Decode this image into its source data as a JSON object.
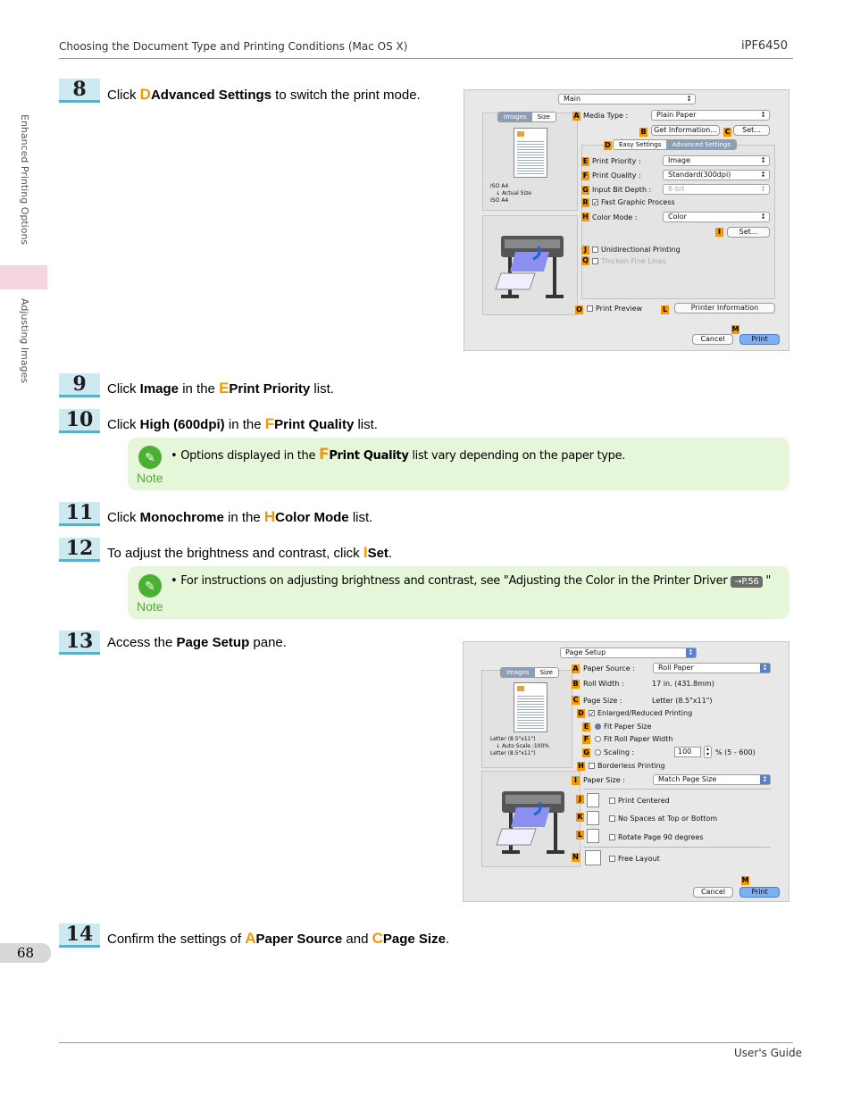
{
  "header": {
    "title": "Choosing the Document Type and Printing Conditions (Mac OS X)",
    "model": "iPF6450"
  },
  "side": {
    "chapter": "Enhanced Printing Options",
    "section": "Adjusting Images"
  },
  "page_number": "68",
  "footer": {
    "text": "User's Guide"
  },
  "steps": {
    "s8": {
      "num": "8",
      "pre": "Click ",
      "letter": "D",
      "bold": "Advanced Settings",
      "post": " to switch the print mode."
    },
    "s9": {
      "num": "9",
      "pre": "Click ",
      "bold1": "Image",
      "mid": " in the ",
      "letter": "E",
      "bold2": "Print Priority",
      "post": " list."
    },
    "s10": {
      "num": "10",
      "pre": "Click ",
      "bold1": "High (600dpi)",
      "mid": " in the ",
      "letter": "F",
      "bold2": "Print Quality",
      "post": " list."
    },
    "s11": {
      "num": "11",
      "pre": "Click ",
      "bold1": "Monochrome",
      "mid": " in the ",
      "letter": "H",
      "bold2": "Color Mode",
      "post": " list."
    },
    "s12": {
      "num": "12",
      "pre": "To adjust the brightness and contrast, click ",
      "letter": "I",
      "bold": "Set",
      "post": "."
    },
    "s13": {
      "num": "13",
      "pre": "Access the ",
      "bold": "Page Setup",
      "post": " pane."
    },
    "s14": {
      "num": "14",
      "pre": "Confirm the settings of ",
      "letter1": "A",
      "bold1": "Paper Source",
      "mid": " and ",
      "letter2": "C",
      "bold2": "Page Size",
      "post": "."
    }
  },
  "notes": {
    "n1": {
      "label": "Note",
      "pre": "Options displayed in the ",
      "letter": "F",
      "bold": "Print Quality",
      "post": " list vary depending on the paper type."
    },
    "n2": {
      "label": "Note",
      "text": "For instructions on adjusting brightness and contrast, see \"Adjusting the Color in the Printer Driver",
      "ref": "→P.56",
      "end": " \""
    }
  },
  "dialog1": {
    "pane_select": "Main",
    "tabs": [
      "Images",
      "Size"
    ],
    "media_type_label": "Media Type :",
    "media_type": "Plain Paper",
    "get_info": "Get Information...",
    "set": "Set...",
    "mode_tabs": [
      "Easy Settings",
      "Advanced Settings"
    ],
    "print_priority_label": "Print Priority :",
    "print_priority": "Image",
    "print_quality_label": "Print Quality :",
    "print_quality": "Standard(300dpi)",
    "input_bit_label": "Input Bit Depth :",
    "input_bit": "8-bit",
    "fast_graphic": "Fast Graphic Process",
    "color_mode_label": "Color Mode :",
    "color_mode": "Color",
    "color_set": "Set...",
    "unidirectional": "Unidirectional Printing",
    "thicken": "Thicken Fine Lines",
    "print_preview": "Print Preview",
    "printer_info": "Printer Information",
    "cancel": "Cancel",
    "print": "Print",
    "size_lines": [
      "ISO A4",
      "Actual Size",
      "ISO A4"
    ],
    "tags": [
      "A",
      "B",
      "C",
      "D",
      "E",
      "F",
      "G",
      "R",
      "H",
      "I",
      "J",
      "Q",
      "O",
      "L",
      "M"
    ]
  },
  "dialog2": {
    "pane_select": "Page Setup",
    "tabs": [
      "Images",
      "Size"
    ],
    "paper_source_label": "Paper Source :",
    "paper_source": "Roll Paper",
    "roll_width_label": "Roll Width :",
    "roll_width": "17 in. (431.8mm)",
    "page_size_label": "Page Size :",
    "page_size": "Letter (8.5\"x11\")",
    "enlarged": "Enlarged/Reduced Printing",
    "fit_paper": "Fit Paper Size",
    "fit_roll": "Fit Roll Paper Width",
    "scaling": "Scaling :",
    "scaling_value": "100",
    "scaling_range": "% (5 - 600)",
    "borderless": "Borderless Printing",
    "paper_size_label": "Paper Size :",
    "paper_size": "Match Page Size",
    "print_centered": "Print Centered",
    "no_spaces": "No Spaces at Top or Bottom",
    "rotate": "Rotate Page 90 degrees",
    "free_layout": "Free Layout",
    "cancel": "Cancel",
    "print": "Print",
    "size_lines": [
      "Letter (8.5\"x11\")",
      "Auto Scale :100%",
      "Letter (8.5\"x11\")"
    ],
    "tags": [
      "A",
      "B",
      "C",
      "D",
      "E",
      "F",
      "G",
      "H",
      "I",
      "J",
      "K",
      "L",
      "N",
      "M"
    ]
  },
  "colors": {
    "accent_letter": "#f39800",
    "note_bg": "#e6f6d9",
    "note_green": "#4cae32",
    "step_bg": "#cde9f1"
  }
}
